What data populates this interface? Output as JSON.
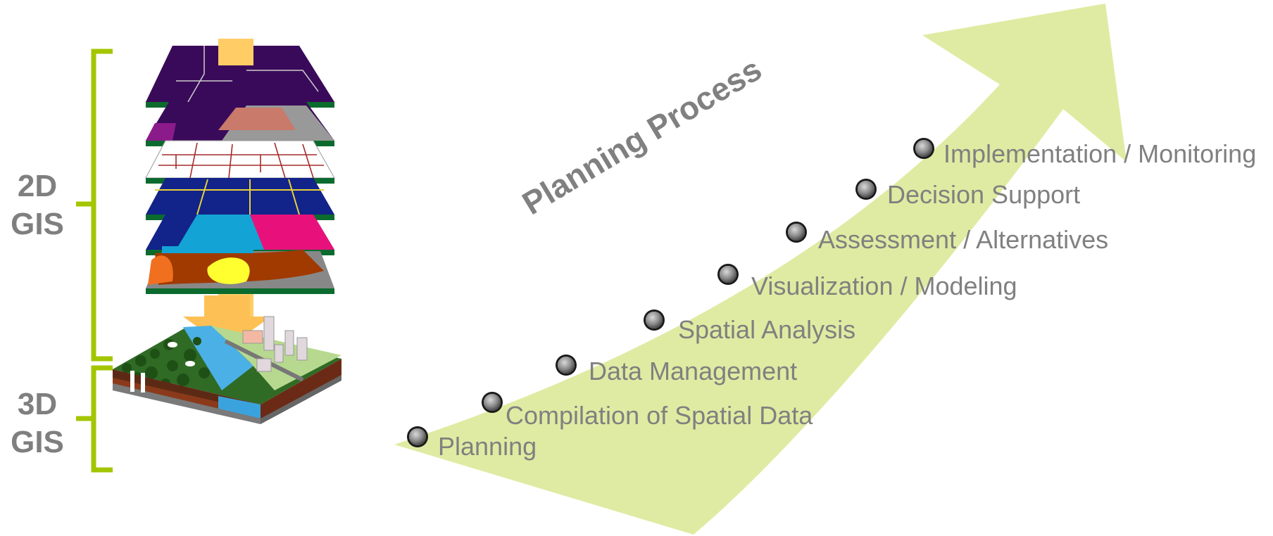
{
  "labels": {
    "gis_2d_line1": "2D",
    "gis_2d_line2": "GIS",
    "gis_3d_line1": "3D",
    "gis_3d_line2": "GIS",
    "process_title": "Planning Process"
  },
  "steps": [
    "Planning",
    "Compilation of Spatial Data",
    "Data Management",
    "Spatial Analysis",
    "Visualization / Modeling",
    "Assessment / Alternatives",
    "Decision Support",
    "Implementation / Monitoring"
  ],
  "colors": {
    "arrow": "#dfeba2",
    "bracket": "#a3c600",
    "label_text": "#808080",
    "layer_base": "#0b6b2e",
    "connector": "#ffcc66"
  }
}
